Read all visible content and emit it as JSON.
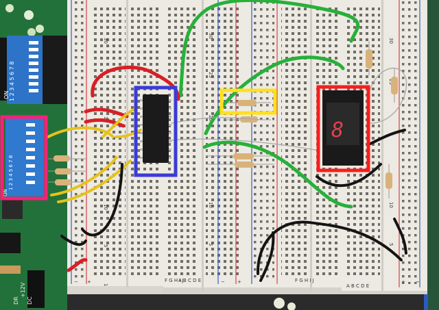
{
  "scene": {
    "subject": "electronics breadboard circuit",
    "annotations": [
      {
        "name": "magenta-box",
        "color": "#ff1f7a"
      },
      {
        "name": "blue-box",
        "color": "#3b3bd6"
      },
      {
        "name": "yellow-box",
        "color": "#ffe01a"
      },
      {
        "name": "red-box",
        "color": "#ff1a1a"
      }
    ]
  },
  "dip_switch_top": {
    "on_label": "ON",
    "numbers": "1 2 3 4 5 6 7 8"
  },
  "dip_switch_left": {
    "on_label": "ON",
    "numbers": "1 2 3 4 5 6 7 8"
  },
  "pcb_labels": {
    "power": "+12V",
    "dc": "DC",
    "dr": "DR"
  },
  "breadboard_labels": {
    "rows_left": [
      "30",
      "25",
      "20",
      "15",
      "10",
      "5",
      "1"
    ],
    "rows_mid": [
      "30",
      "25",
      "20",
      "15",
      "10",
      "5"
    ],
    "rows_right": [
      "25",
      "20",
      "15",
      "10",
      "5"
    ],
    "cols_a": "F G H I J",
    "cols_b": "A B C D E",
    "cols_c": "F G H I J",
    "cols_d": "A B C D E",
    "minus": "−",
    "plus": "+"
  },
  "seven_segment": {
    "digit": "8"
  },
  "colors": {
    "breadboard": "#eceae2",
    "rail_red": "#d8404a",
    "rail_blue": "#3a5cc8",
    "pcb": "#1f6b33",
    "wire_green": "#27b03a",
    "wire_yellow": "#e6c21c",
    "wire_red": "#d81e26",
    "wire_black": "#141414"
  }
}
